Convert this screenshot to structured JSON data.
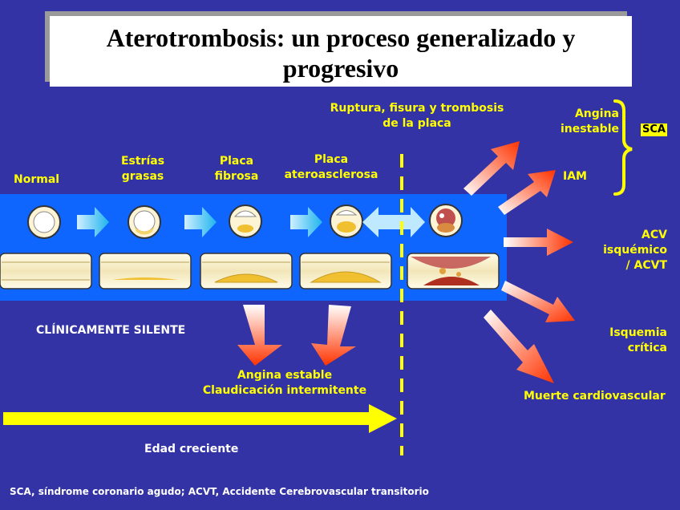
{
  "title": "Aterotrombosis: un proceso generalizado y progresivo",
  "stages": {
    "normal": "Normal",
    "estrias": [
      "Estrías",
      "grasas"
    ],
    "fibrosa": [
      "Placa",
      "fibrosa"
    ],
    "ateroasclerosa": [
      "Placa",
      "ateroasclerosa"
    ],
    "ruptura": [
      "Ruptura, fisura y trombosis",
      "de la placa"
    ]
  },
  "outcomes": {
    "angina_inestable": [
      "Angina",
      "inestable"
    ],
    "sca": "SCA",
    "iam": "IAM",
    "acv": [
      "ACV",
      "isquémico",
      "/ ACVT"
    ],
    "isquemia": [
      "Isquemia",
      "crítica"
    ],
    "muerte": "Muerte cardiovascular"
  },
  "silente": "CLÍNICAMENTE SILENTE",
  "estable": [
    "Angina estable",
    "Claudicación intermitente"
  ],
  "edad": "Edad creciente",
  "footnote": "SCA, síndrome coronario agudo; ACVT, Accidente Cerebrovascular transitorio",
  "colors": {
    "background": "#3333a5",
    "band": "#0f66ff",
    "label": "#ffff00",
    "arrow_red": "#ff3300",
    "arrow_cyan": "#33ccff"
  }
}
